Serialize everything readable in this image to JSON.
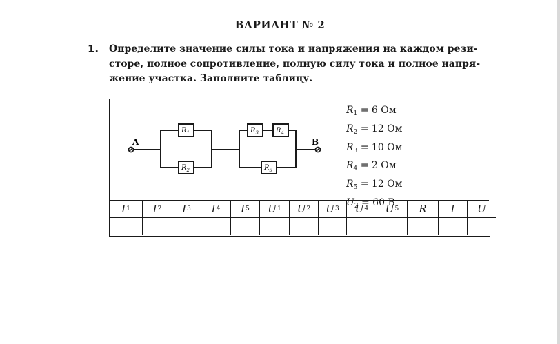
{
  "header": {
    "title": "ВАРИАНТ № 2"
  },
  "task": {
    "number": "1.",
    "lines": [
      "Определите значение силы тока и напряжения на каждом рези-",
      "сторе, полное сопротивление, полную силу тока и полное напря-",
      "жение участка. Заполните таблицу."
    ]
  },
  "circuit": {
    "node_a": "A",
    "node_b": "B",
    "resistors": [
      {
        "sym": "R",
        "sub": "1"
      },
      {
        "sym": "R",
        "sub": "2"
      },
      {
        "sym": "R",
        "sub": "3"
      },
      {
        "sym": "R",
        "sub": "4"
      },
      {
        "sym": "R",
        "sub": "5"
      }
    ]
  },
  "given": [
    {
      "sym": "R",
      "sub": "1",
      "value": "= 6 Ом"
    },
    {
      "sym": "R",
      "sub": "2",
      "value": "= 12 Ом"
    },
    {
      "sym": "R",
      "sub": "3",
      "value": "= 10 Ом"
    },
    {
      "sym": "R",
      "sub": "4",
      "value": "= 2 Ом"
    },
    {
      "sym": "R",
      "sub": "5",
      "value": "= 12 Ом"
    },
    {
      "sym": "U",
      "sub": "2",
      "value": "= 60 В"
    }
  ],
  "table": {
    "headers": [
      {
        "sym": "I",
        "sub": "1"
      },
      {
        "sym": "I",
        "sub": "2"
      },
      {
        "sym": "I",
        "sub": "3"
      },
      {
        "sym": "I",
        "sub": "4"
      },
      {
        "sym": "I",
        "sub": "5"
      },
      {
        "sym": "U",
        "sub": "1"
      },
      {
        "sym": "U",
        "sub": "2"
      },
      {
        "sym": "U",
        "sub": "3"
      },
      {
        "sym": "U",
        "sub": "4"
      },
      {
        "sym": "U",
        "sub": "5"
      },
      {
        "sym": "R",
        "sub": ""
      },
      {
        "sym": "I",
        "sub": ""
      },
      {
        "sym": "U",
        "sub": ""
      }
    ],
    "values": [
      "",
      "",
      "",
      "",
      "",
      "",
      "–",
      "",
      "",
      "",
      "",
      "",
      ""
    ]
  }
}
